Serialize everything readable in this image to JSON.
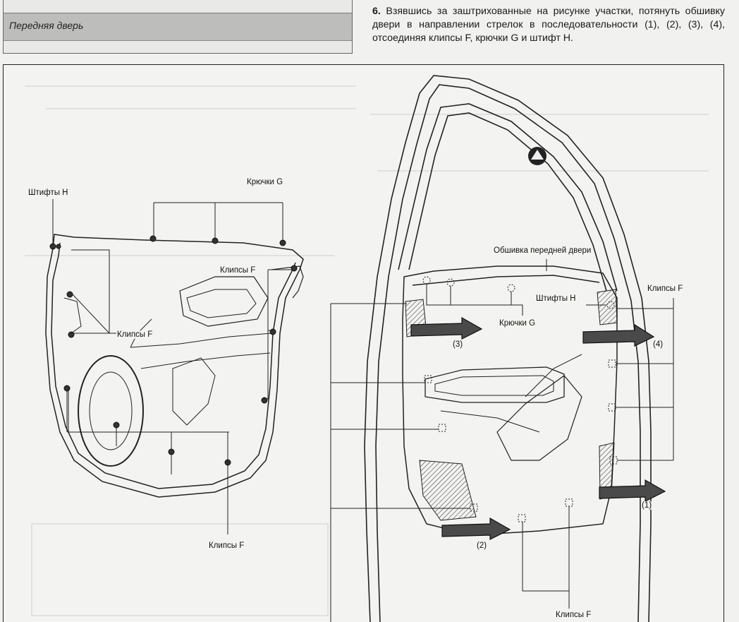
{
  "caption": {
    "front_door": "Передняя дверь"
  },
  "step": {
    "number": "6.",
    "text": "Взявшись за заштрихованные на рисунке участки, потянуть обшивку двери в направлении стрелок в последовательности (1), (2), (3), (4), отсоединяя клипсы F, крючки G и штифт H."
  },
  "figure_left": {
    "pins_h": "Штифты H",
    "hooks_g": "Крючки G",
    "clips_f_top": "Клипсы F",
    "clips_f_mid": "Клипсы F",
    "clips_f_bottom": "Клипсы F"
  },
  "figure_right": {
    "trim_label": "Обшивка передней двери",
    "pins_h": "Штифты H",
    "hooks_g": "Крючки G",
    "clips_f_top": "Клипсы F",
    "clips_f_bottom": "Клипсы F",
    "seq1": "(1)",
    "seq2": "(2)",
    "seq3": "(3)",
    "seq4": "(4)"
  }
}
